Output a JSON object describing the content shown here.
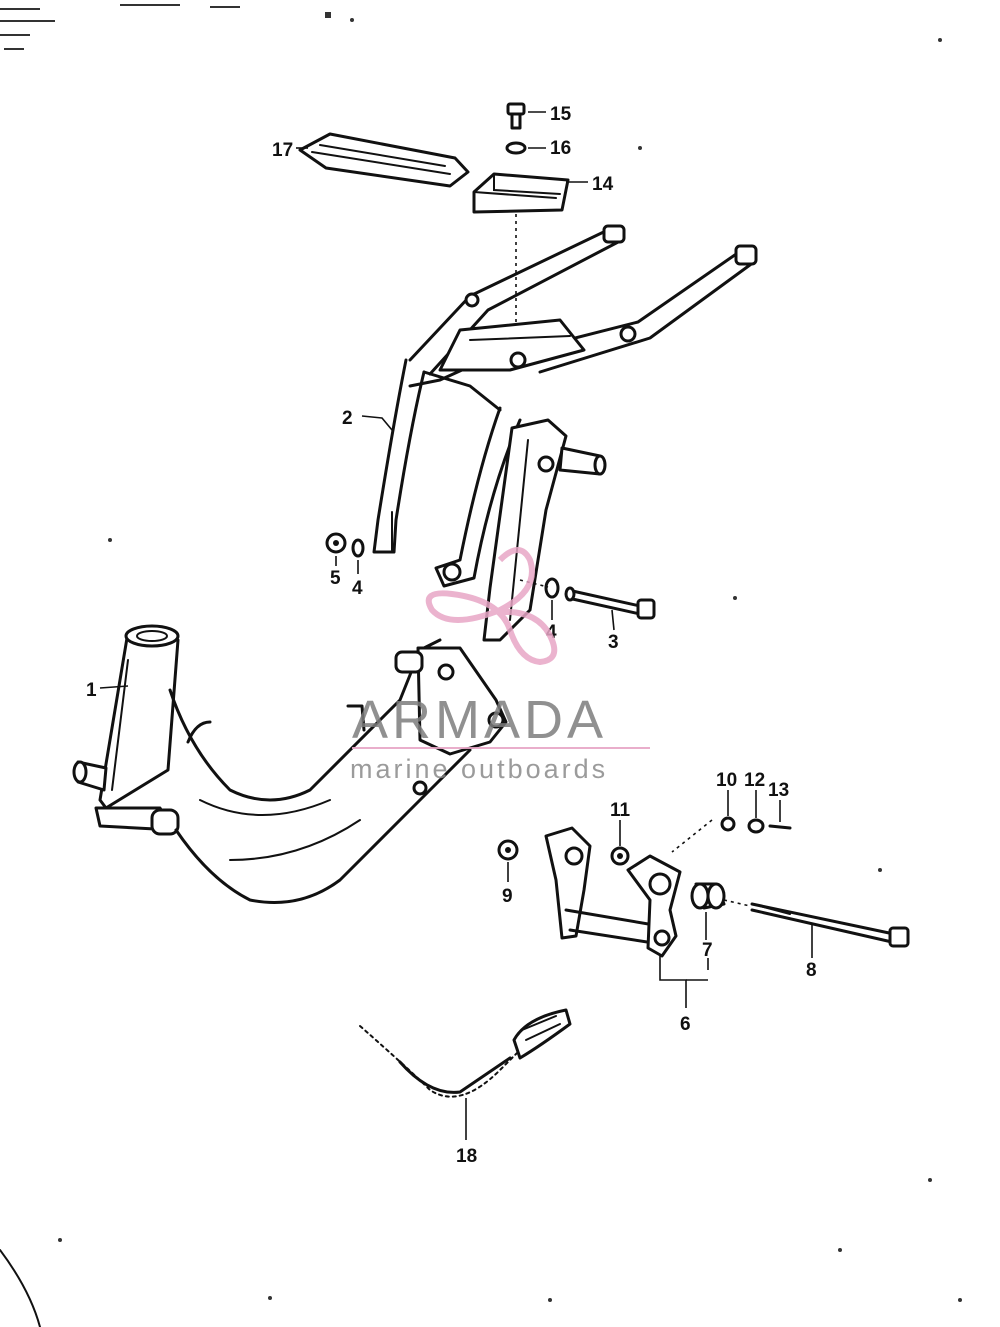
{
  "diagram": {
    "callouts": {
      "c1": "1",
      "c2": "2",
      "c3": "3",
      "c4a": "4",
      "c4b": "4",
      "c5": "5",
      "c6": "6",
      "c7": "7",
      "c8": "8",
      "c9": "9",
      "c10": "10",
      "c11": "11",
      "c12": "12",
      "c13": "13",
      "c14": "14",
      "c15": "15",
      "c16": "16",
      "c17": "17",
      "c18": "18"
    }
  },
  "watermark": {
    "brand": "ARMADA",
    "tagline": "marine outboards",
    "logo_color": "#e7a6c6",
    "text_color": "#7d7d7d"
  }
}
